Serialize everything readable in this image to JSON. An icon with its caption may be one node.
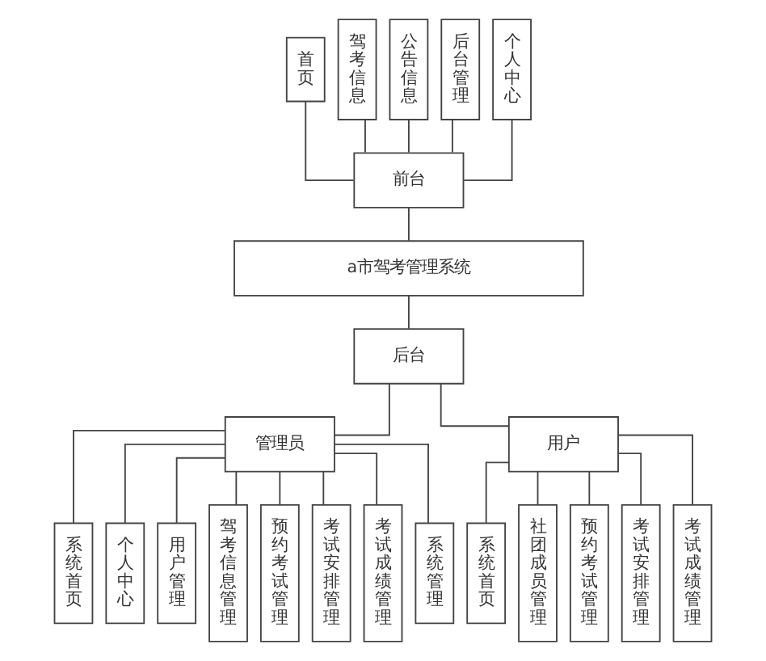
{
  "diagram": {
    "nodes": [
      {
        "text": [
          "首页"
        ]
      },
      {
        "text": [
          "驾考信息"
        ]
      },
      {
        "text": [
          "公告信息"
        ]
      },
      {
        "text": [
          "后台管理"
        ]
      },
      {
        "text": [
          "个人中心"
        ]
      },
      {
        "text": [
          "前台"
        ]
      },
      {
        "text": [
          "a市驾考管理系统"
        ]
      },
      {
        "text": [
          "后台"
        ]
      },
      {
        "text": [
          "管理员"
        ]
      },
      {
        "text": [
          "用户"
        ]
      },
      {
        "text": [
          "系统首页"
        ]
      },
      {
        "text": [
          "个人中心"
        ]
      },
      {
        "text": [
          "用户管理"
        ]
      },
      {
        "text": [
          "驾考信息管理"
        ]
      },
      {
        "text": [
          "预约考试管理"
        ]
      },
      {
        "text": [
          "考试安排管理"
        ]
      },
      {
        "text": [
          "考试成绩管理"
        ]
      },
      {
        "text": [
          "系统管理"
        ]
      },
      {
        "text": [
          "系统首页"
        ]
      },
      {
        "text": [
          "社团成员管理"
        ]
      },
      {
        "text": [
          "预约考试管理"
        ]
      },
      {
        "text": [
          "考试安排管理"
        ]
      },
      {
        "text": [
          "考试成绩管理"
        ]
      }
    ],
    "edges": [
      {
        "from": 0,
        "to": 5,
        "arrow": "none"
      },
      {
        "from": 1,
        "to": 5,
        "arrow": "none"
      },
      {
        "from": 2,
        "to": 5,
        "arrow": "none"
      },
      {
        "from": 3,
        "to": 5,
        "arrow": "none"
      },
      {
        "from": 4,
        "to": 5,
        "arrow": "none"
      },
      {
        "from": 5,
        "to": 6,
        "arrow": "none"
      },
      {
        "from": 6,
        "to": 7,
        "arrow": "none"
      },
      {
        "from": 7,
        "to": 8,
        "arrow": "none"
      },
      {
        "from": 7,
        "to": 9,
        "arrow": "none"
      },
      {
        "from": 8,
        "to": 10,
        "arrow": "none"
      },
      {
        "from": 8,
        "to": 11,
        "arrow": "none"
      },
      {
        "from": 8,
        "to": 12,
        "arrow": "none"
      },
      {
        "from": 8,
        "to": 13,
        "arrow": "none"
      },
      {
        "from": 8,
        "to": 14,
        "arrow": "none"
      },
      {
        "from": 8,
        "to": 15,
        "arrow": "none"
      },
      {
        "from": 8,
        "to": 16,
        "arrow": "none"
      },
      {
        "from": 8,
        "to": 17,
        "arrow": "none"
      },
      {
        "from": 9,
        "to": 18,
        "arrow": "none"
      },
      {
        "from": 9,
        "to": 19,
        "arrow": "none"
      },
      {
        "from": 9,
        "to": 20,
        "arrow": "none"
      },
      {
        "from": 9,
        "to": 21,
        "arrow": "none"
      },
      {
        "from": 9,
        "to": 22,
        "arrow": "none"
      }
    ]
  }
}
